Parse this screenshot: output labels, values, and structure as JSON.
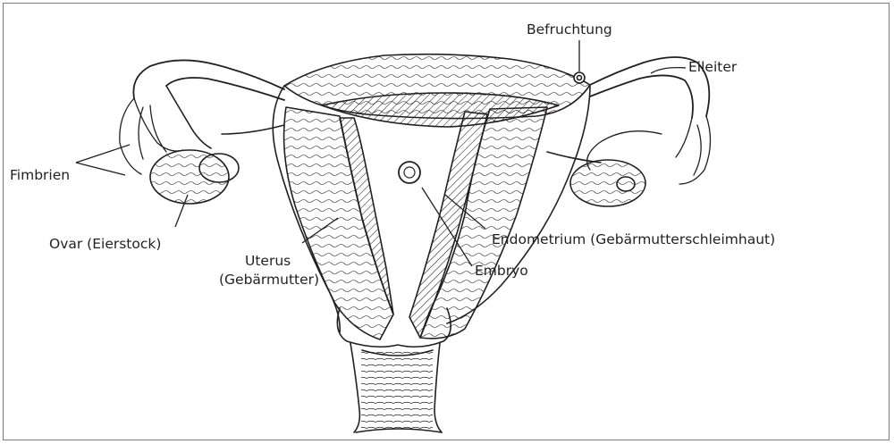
{
  "labels": {
    "befruchtung": "Befruchtung",
    "eileiter": "Eileiter",
    "fimbrien": "Fimbrien",
    "ovar": "Ovar (Eierstock)",
    "uterus_line1": "Uterus",
    "uterus_line2": "(Gebärmutter)",
    "endometrium": "Endometrium (Gebärmutterschleimhaut)",
    "embryo": "Embryo"
  },
  "colors": {
    "ink": "#231f20",
    "frame": "#7a7a7a",
    "background": "#ffffff"
  }
}
